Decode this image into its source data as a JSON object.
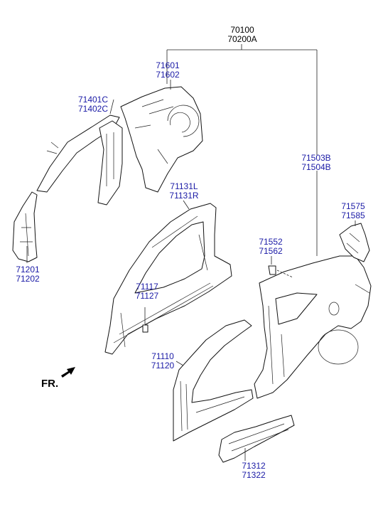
{
  "labels": {
    "assembly": [
      "70100",
      "70200A"
    ],
    "quarter_inner_upper": [
      "71601",
      "71602"
    ],
    "roof_rail": [
      "71401C",
      "71402C"
    ],
    "a_pillar_lower": [
      "71201",
      "71202"
    ],
    "side_outer": [
      "71131L",
      "71131R"
    ],
    "bracket_small": [
      "71117",
      "71127"
    ],
    "quarter_panel": [
      "71503B",
      "71504B"
    ],
    "quarter_bracket": [
      "71575",
      "71585"
    ],
    "fuel_bracket": [
      "71552",
      "71562"
    ],
    "front_pillar": [
      "71110",
      "71120"
    ],
    "side_sill": [
      "71312",
      "71322"
    ]
  },
  "direction": {
    "text": "FR."
  },
  "colors": {
    "label": "#1a1aa6",
    "line": "#111111",
    "text": "#000000"
  }
}
